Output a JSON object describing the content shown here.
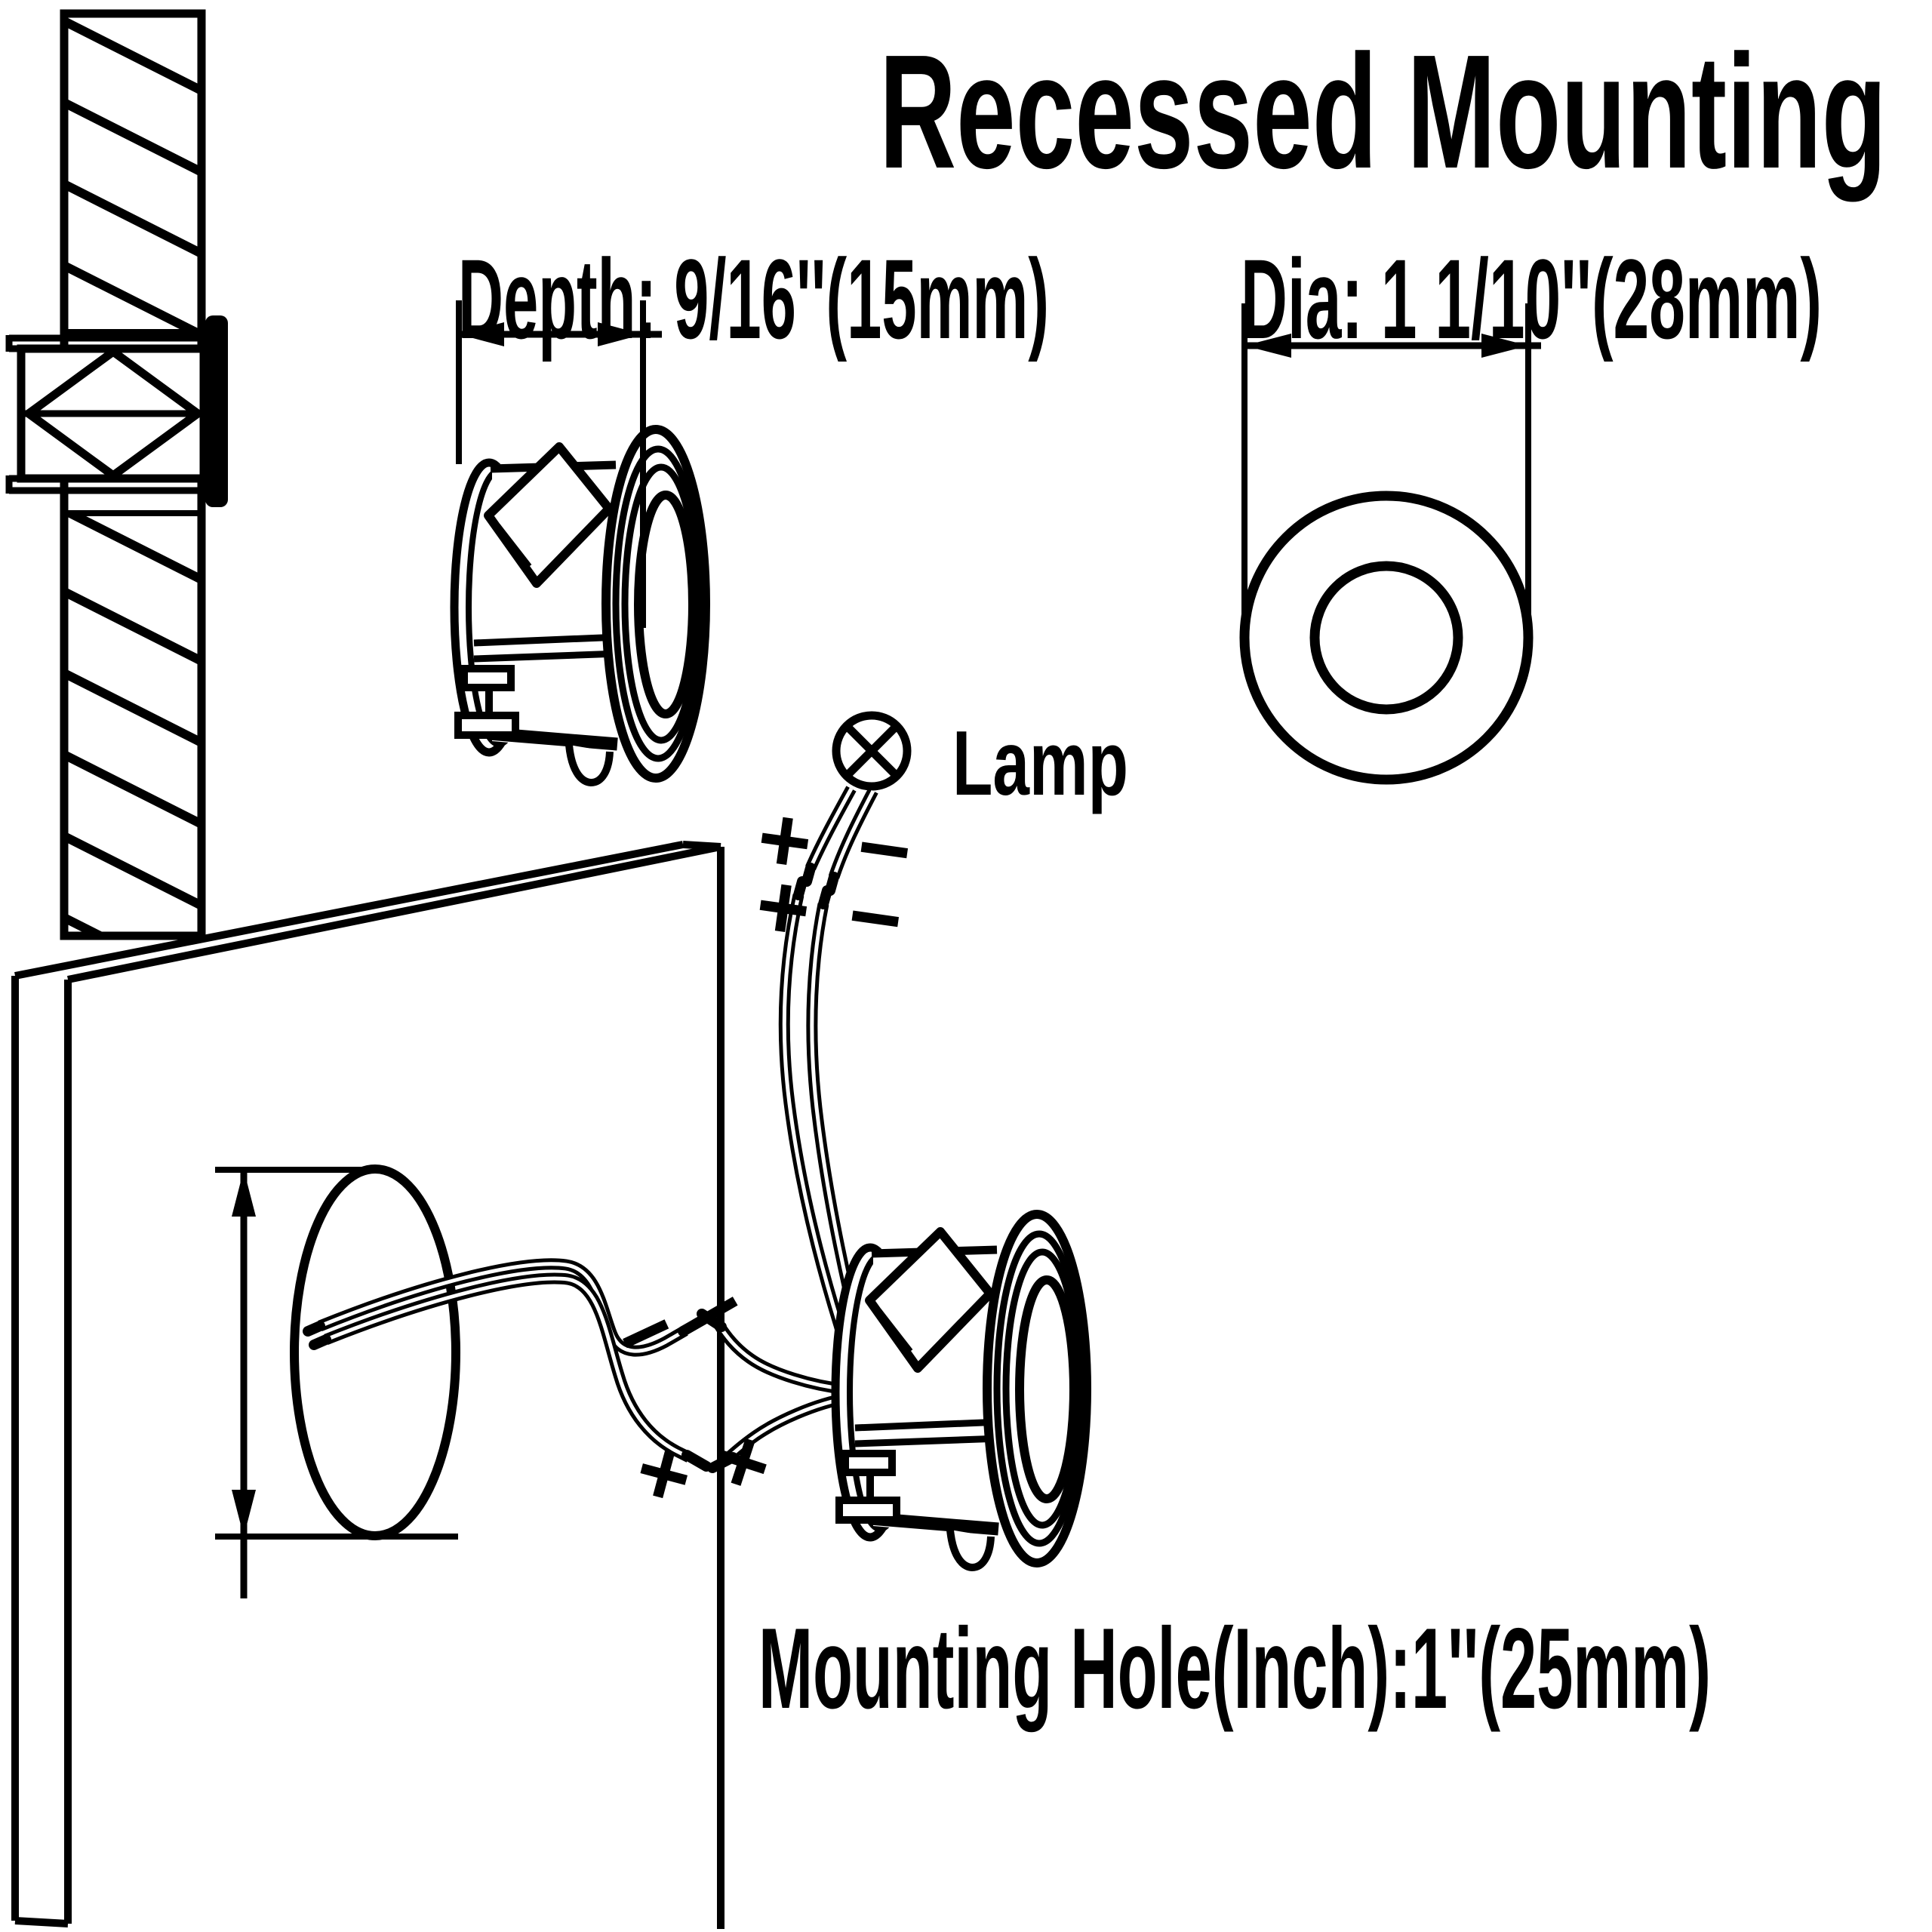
{
  "title": "Recessed Mounting",
  "annotations": {
    "depth_label": "Depth: 9/16''(15mm)",
    "dia_label": "Dia: 1 1/10''(28mm)",
    "lamp_label": "Lamp",
    "mounting_hole_label": "Mounting Hole(Inch):1''(25mm)"
  },
  "measurements": {
    "depth": "9/16''(15mm)",
    "diameter": "1 1/10''(28mm)",
    "mounting_hole": "1''(25mm)"
  },
  "symbols": {
    "plus": "+",
    "minus": "−"
  },
  "colors": {
    "line": "#000000",
    "background": "#ffffff"
  }
}
